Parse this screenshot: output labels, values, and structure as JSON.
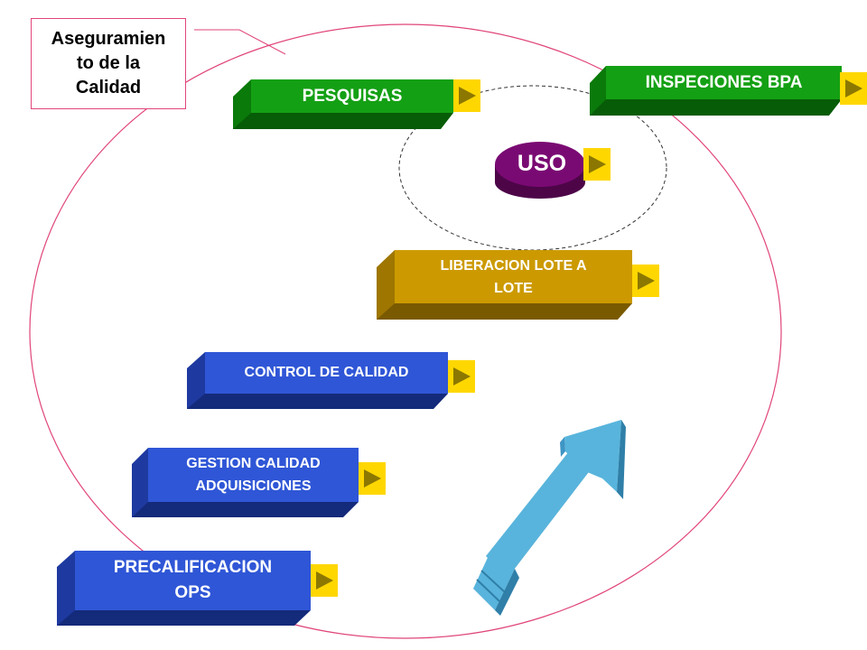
{
  "title": "Aseguramien\nto de la\nCalidad",
  "center": {
    "label": "USO"
  },
  "steps": [
    {
      "id": "precalificacion",
      "label": "PRECALIFICACION\nOPS"
    },
    {
      "id": "gestion",
      "label": "GESTION CALIDAD\nADQUISICIONES"
    },
    {
      "id": "control",
      "label": "CONTROL DE CALIDAD"
    },
    {
      "id": "liberacion",
      "label": "LIBERACION LOTE A\nLOTE"
    },
    {
      "id": "pesquisas",
      "label": "PESQUISAS"
    },
    {
      "id": "inspeciones",
      "label": "INSPECIONES BPA"
    }
  ],
  "colors": {
    "outline": "#e0457a",
    "blue": "#2f56d6",
    "blue_side": "#1e3aa0",
    "blue_bottom": "#142a7a",
    "green": "#14a014",
    "green_side": "#0a7a0a",
    "green_bottom": "#075c07",
    "gold": "#cc9a00",
    "gold_side": "#9e7600",
    "gold_bottom": "#7a5a00",
    "purple": "#7a0a73",
    "purple_dark": "#4d0548",
    "play_bg": "#ffd700",
    "play_arrow": "#8c7800",
    "arrow": "#58b4dc"
  },
  "icons": [
    "play-icon",
    "up-arrow-icon"
  ]
}
